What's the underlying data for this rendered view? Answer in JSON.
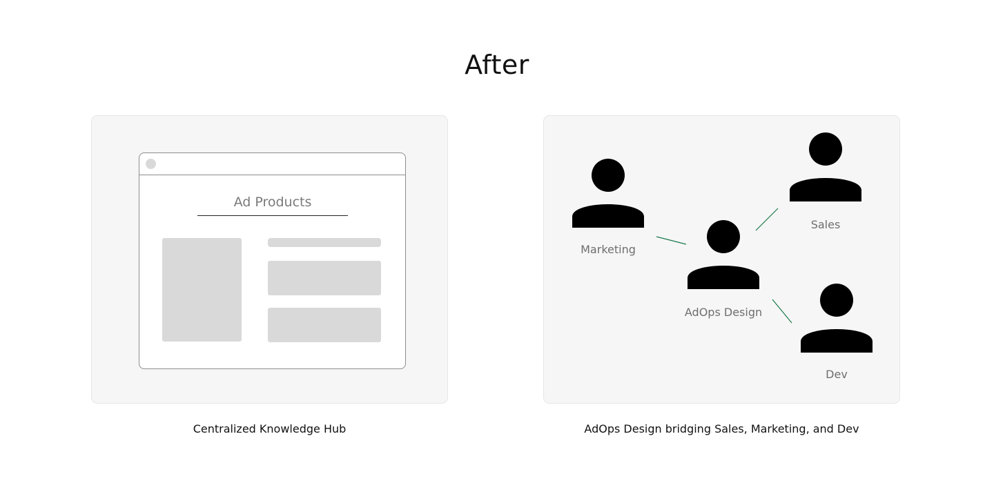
{
  "title": "After",
  "left_panel": {
    "heading": "Ad Products",
    "caption": "Centralized Knowledge Hub"
  },
  "right_panel": {
    "caption": "AdOps Design bridging Sales, Marketing, and Dev",
    "people": {
      "marketing": "Marketing",
      "sales": "Sales",
      "adops": "AdOps Design",
      "dev": "Dev"
    }
  },
  "colors": {
    "panel_background": "#f6f6f6",
    "placeholder": "#d9d9d9",
    "connector": "#1a7a4c",
    "person_icon": "#000000"
  }
}
